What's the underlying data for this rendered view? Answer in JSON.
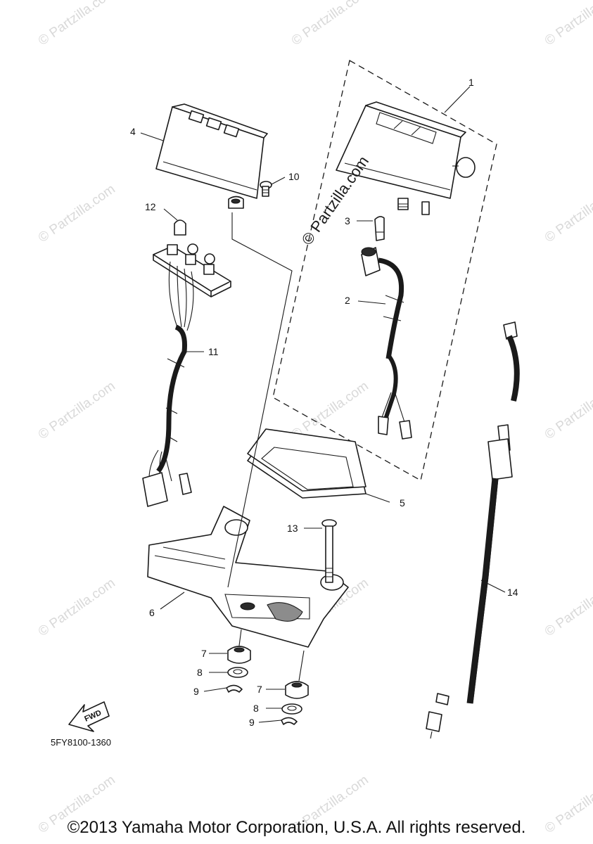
{
  "watermark_text": "© Partzilla.com",
  "diagram_code": "5FY8100-1360",
  "fwd_label": "FWD",
  "copyright": "©2013 Yamaha Motor Corporation, U.S.A. All rights reserved.",
  "callouts": {
    "c1": "1",
    "c2": "2",
    "c3": "3",
    "c4": "4",
    "c5": "5",
    "c6": "6",
    "c7a": "7",
    "c7b": "7",
    "c8a": "8",
    "c8b": "8",
    "c9a": "9",
    "c9b": "9",
    "c10": "10",
    "c11": "11",
    "c12": "12",
    "c13": "13",
    "c14": "14"
  }
}
